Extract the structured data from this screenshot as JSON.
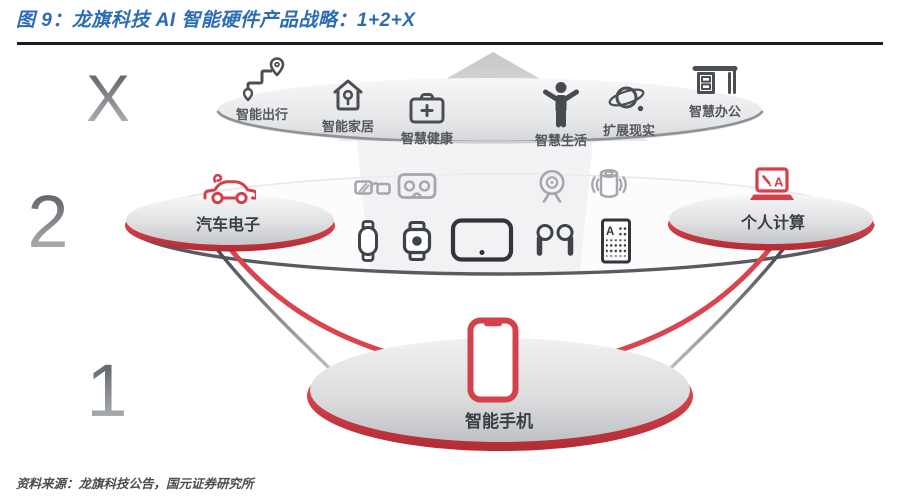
{
  "title": "图 9：龙旗科技 AI 智能硬件产品战略：1+2+X",
  "source": "资料来源：龙旗科技公告，国元证券研究所",
  "colors": {
    "title_blue": "#2B6CB3",
    "accent_red": "#D5414B",
    "swoosh_red": "#D8454C",
    "dark_icon_gray": "#4B4F54",
    "light_icon_gray": "#A4A7AC",
    "ellipse_gray": "#D2D3D5"
  },
  "levels": {
    "x": {
      "badge": "X",
      "items": [
        {
          "label": "智能出行",
          "icon": "route-navigation-icon"
        },
        {
          "label": "智能家居",
          "icon": "smart-home-icon"
        },
        {
          "label": "智慧健康",
          "icon": "first-aid-kit-icon"
        },
        {
          "label": "智慧生活",
          "icon": "person-arms-up-icon"
        },
        {
          "label": "扩展现实",
          "icon": "planet-icon"
        },
        {
          "label": "智慧办公",
          "icon": "desk-icon"
        }
      ]
    },
    "two": {
      "badge": "2",
      "left_node": {
        "label": "汽车电子",
        "icon": "car-icon"
      },
      "right_node": {
        "label": "个人计算",
        "icon": "laptop-stylus-icon",
        "icon_glyph": "A"
      },
      "devices": [
        {
          "icon": "smart-glasses-icon"
        },
        {
          "icon": "vr-headset-icon"
        },
        {
          "icon": "webcam-icon"
        },
        {
          "icon": "smart-speaker-icon"
        },
        {
          "icon": "fitness-band-icon"
        },
        {
          "icon": "smartwatch-icon"
        },
        {
          "icon": "tablet-icon"
        },
        {
          "icon": "earbuds-icon"
        },
        {
          "icon": "e-reader-icon",
          "glyph": "A"
        }
      ]
    },
    "one": {
      "badge": "1",
      "node": {
        "label": "智能手机",
        "icon": "smartphone-icon"
      }
    }
  }
}
